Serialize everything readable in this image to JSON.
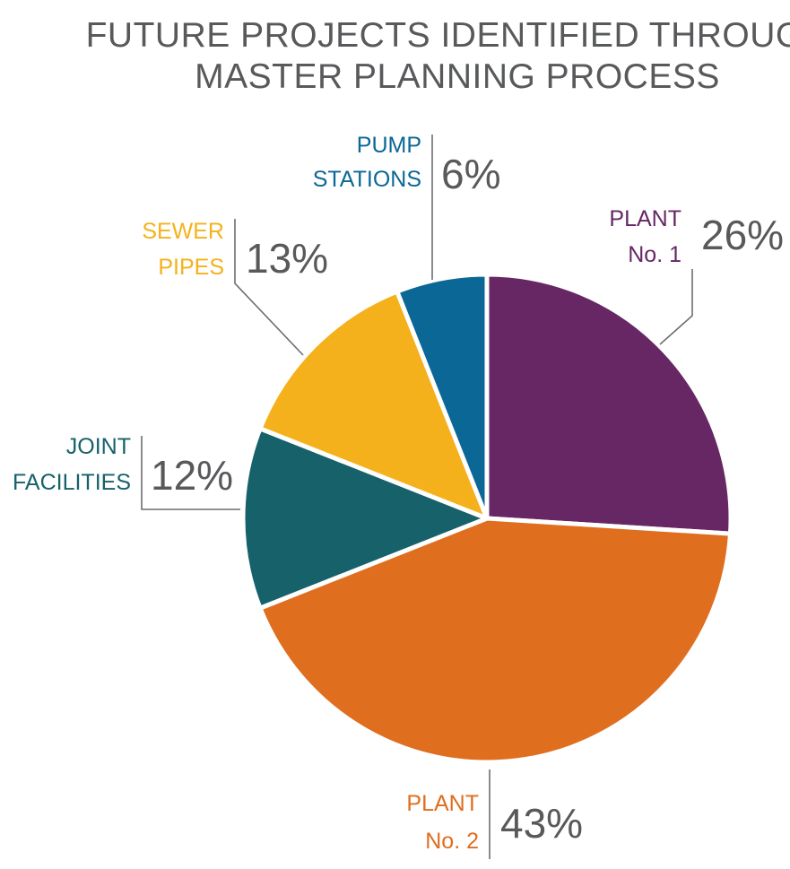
{
  "chart_data": {
    "type": "pie",
    "title_lines": [
      "FUTURE PROJECTS IDENTIFIED THROUGH",
      "MASTER PLANNING PROCESS"
    ],
    "slices": [
      {
        "label_lines": [
          "PLANT",
          "No. 1"
        ],
        "value": 26,
        "value_label": "26%",
        "color": "#662764"
      },
      {
        "label_lines": [
          "PLANT",
          "No. 2"
        ],
        "value": 43,
        "value_label": "43%",
        "color": "#df6e1f"
      },
      {
        "label_lines": [
          "JOINT",
          "FACILITIES"
        ],
        "value": 12,
        "value_label": "12%",
        "color": "#17616b"
      },
      {
        "label_lines": [
          "SEWER",
          "PIPES"
        ],
        "value": 13,
        "value_label": "13%",
        "color": "#f5b11b"
      },
      {
        "label_lines": [
          "PUMP",
          "STATIONS"
        ],
        "value": 6,
        "value_label": "6%",
        "color": "#0b6796"
      }
    ]
  }
}
